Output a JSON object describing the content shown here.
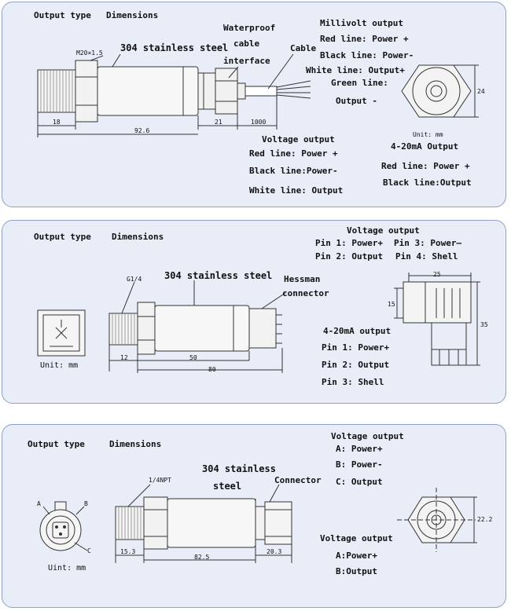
{
  "panel1": {
    "output_type": "Output type",
    "dimensions": "Dimensions",
    "thread": "M20×1.5",
    "material": "304 stainless steel",
    "waterproof": "Waterproof",
    "cable_word": "cable",
    "interface": "interface",
    "cable": "Cable",
    "dim_18": "18",
    "dim_92_6": "92.6",
    "dim_21": "21",
    "dim_1000": "1000",
    "dim_24": "24",
    "unit": "Unit: mm",
    "millivolt": {
      "title": "Millivolt output",
      "red": "Red line: Power +",
      "black": "Black line: Power-",
      "white": "White line: Output+",
      "green": "Green line:",
      "output_minus": "Output -"
    },
    "voltage": {
      "title": "Voltage output",
      "red": "Red line: Power +",
      "black": "Black line:Power-",
      "white": "White line: Output"
    },
    "current": {
      "title": "4-20mA Output",
      "red": "Red line: Power +",
      "black": "Black line:Output"
    }
  },
  "panel2": {
    "output_type": "Output type",
    "dimensions": "Dimensions",
    "thread": "G1/4",
    "material": "304 stainless steel",
    "hessman": "Hessman",
    "connector": "connector",
    "dim_12": "12",
    "dim_50": "50",
    "dim_80": "80",
    "dim_25": "25",
    "dim_15": "15",
    "dim_35": "35",
    "unit": "Unit: mm",
    "voltage": {
      "title": "Voltage output",
      "pin1": "Pin 1: Power+",
      "pin3": "Pin 3: Power—",
      "pin2": "Pin 2: Output",
      "pin4": "Pin 4: Shell"
    },
    "current": {
      "title": "4-20mA output",
      "pin1": "Pin 1: Power+",
      "pin2": "Pin 2: Output",
      "pin3": "Pin 3: Shell"
    }
  },
  "panel3": {
    "output_type": "Output type",
    "dimensions": "Dimensions",
    "thread": "1/4NPT",
    "material_1": "304 stainless",
    "material_2": "steel",
    "connector": "Connector",
    "label_a": "A",
    "label_b": "B",
    "label_c": "C",
    "dim_15_3": "15.3",
    "dim_82_5": "82.5",
    "dim_20_3": "20.3",
    "dim_22_2": "22.2",
    "unit": "Uint: mm",
    "voltage_top": {
      "title": "Voltage output",
      "a": "A: Power+",
      "b": "B: Power-",
      "c": "C: Output"
    },
    "voltage_bottom": {
      "title": "Voltage output",
      "a": "A:Power+",
      "b": "B:Output"
    }
  }
}
